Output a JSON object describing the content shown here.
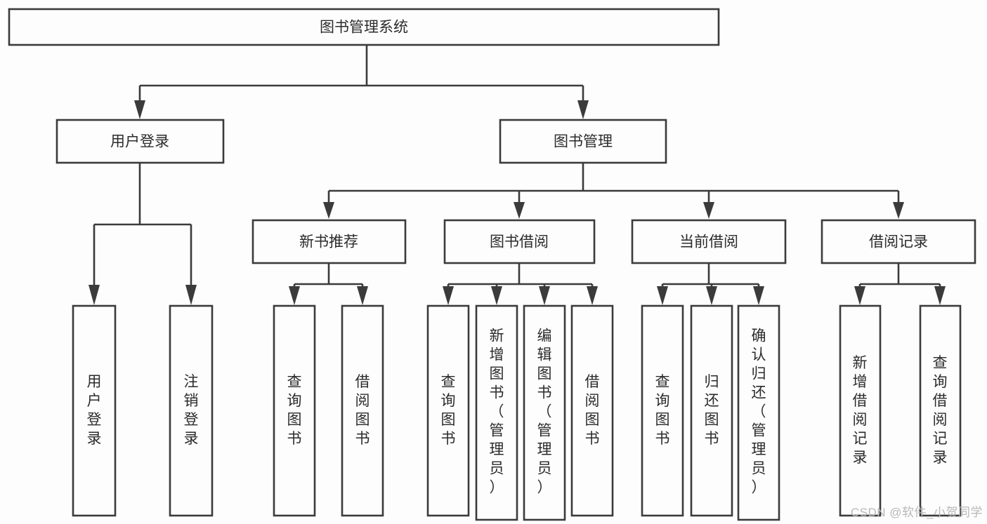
{
  "diagram": {
    "type": "tree",
    "title": "图书管理系统",
    "watermark": "CSDN @软件_小贺同学",
    "colors": {
      "background": "#fdfdfd",
      "stroke": "#3b3b3b",
      "node_fill": "#fdfdfd",
      "label": "#2b2b2b",
      "watermark": "#b8b8b8"
    },
    "levels": {
      "root": {
        "label": "图书管理系统"
      },
      "level2": [
        {
          "label": "用户登录"
        },
        {
          "label": "图书管理"
        }
      ],
      "level3": [
        {
          "label": "新书推荐"
        },
        {
          "label": "图书借阅"
        },
        {
          "label": "当前借阅"
        },
        {
          "label": "借阅记录"
        }
      ]
    },
    "nodes": {
      "root": "图书管理系统",
      "user_login": "用户登录",
      "book_manage": "图书管理",
      "new_book_rec": "新书推荐",
      "book_borrow": "图书借阅",
      "current_borrow": "当前借阅",
      "borrow_record": "借阅记录",
      "leaf_user_login": "用户登录",
      "leaf_logout_login": "注销登录",
      "leaf_query_book_1": "查询图书",
      "leaf_borrow_book_1": "借阅图书",
      "leaf_query_book_2": "查询图书",
      "leaf_add_book_admin": "新增图书（管理员）",
      "leaf_edit_book_admin": "编辑图书（管理员）",
      "leaf_borrow_book_2": "借阅图书",
      "leaf_query_book_3": "查询图书",
      "leaf_return_book": "归还图书",
      "leaf_confirm_return_admin": "确认归还（管理员）",
      "leaf_add_borrow_record": "新增借阅记录",
      "leaf_query_borrow_record": "查询借阅记录"
    },
    "edges": [
      {
        "from": "root",
        "to": "user_login"
      },
      {
        "from": "root",
        "to": "book_manage"
      },
      {
        "from": "user_login",
        "to": "leaf_user_login"
      },
      {
        "from": "user_login",
        "to": "leaf_logout_login"
      },
      {
        "from": "book_manage",
        "to": "new_book_rec"
      },
      {
        "from": "book_manage",
        "to": "book_borrow"
      },
      {
        "from": "book_manage",
        "to": "current_borrow"
      },
      {
        "from": "book_manage",
        "to": "borrow_record"
      },
      {
        "from": "new_book_rec",
        "to": "leaf_query_book_1"
      },
      {
        "from": "new_book_rec",
        "to": "leaf_borrow_book_1"
      },
      {
        "from": "book_borrow",
        "to": "leaf_query_book_2"
      },
      {
        "from": "book_borrow",
        "to": "leaf_add_book_admin"
      },
      {
        "from": "book_borrow",
        "to": "leaf_edit_book_admin"
      },
      {
        "from": "book_borrow",
        "to": "leaf_borrow_book_2"
      },
      {
        "from": "current_borrow",
        "to": "leaf_query_book_3"
      },
      {
        "from": "current_borrow",
        "to": "leaf_return_book"
      },
      {
        "from": "current_borrow",
        "to": "leaf_confirm_return_admin"
      },
      {
        "from": "borrow_record",
        "to": "leaf_add_borrow_record"
      },
      {
        "from": "borrow_record",
        "to": "leaf_query_borrow_record"
      }
    ]
  }
}
